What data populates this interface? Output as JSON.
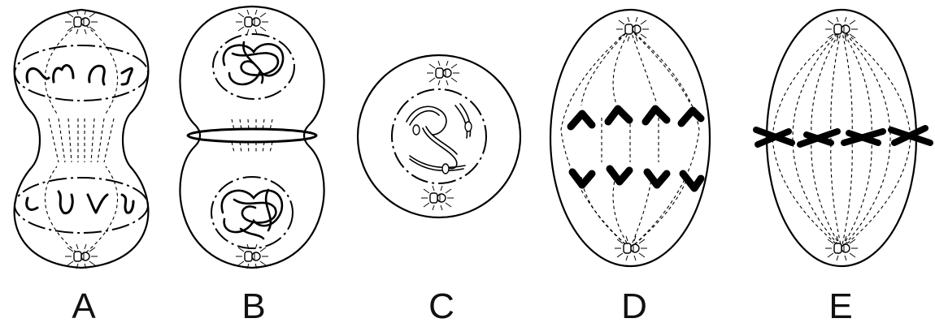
{
  "cells": [
    {
      "id": "A",
      "label": "A"
    },
    {
      "id": "B",
      "label": "B"
    },
    {
      "id": "C",
      "label": "C"
    },
    {
      "id": "D",
      "label": "D"
    },
    {
      "id": "E",
      "label": "E"
    }
  ]
}
